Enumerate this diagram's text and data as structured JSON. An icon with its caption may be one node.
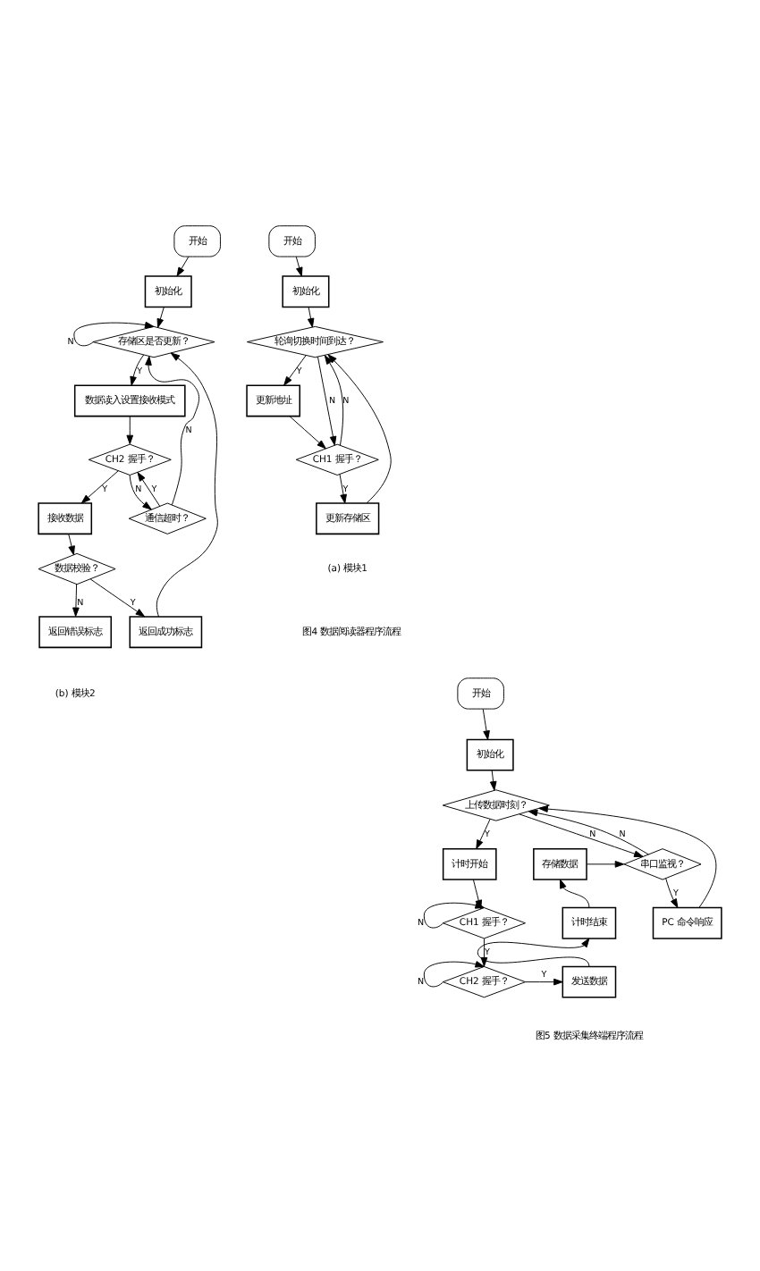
{
  "diagram": {
    "nodes": [
      {
        "text": [
          "开始"
        ]
      },
      {
        "text": [
          "初始化"
        ]
      },
      {
        "text": [
          "轮询切换时间到达？"
        ]
      },
      {
        "text": [
          "更新地址"
        ]
      },
      {
        "text": [
          "CH1 握手？"
        ]
      },
      {
        "text": [
          "更新存储区"
        ]
      },
      {
        "text": [
          "开始"
        ]
      },
      {
        "text": [
          "初始化"
        ]
      },
      {
        "text": [
          "存储区是否更新？"
        ]
      },
      {
        "text": [
          "数据读入设置接收模式"
        ]
      },
      {
        "text": [
          "CH2 握手？"
        ]
      },
      {
        "text": [
          "通信超时？"
        ]
      },
      {
        "text": [
          "接收数据"
        ]
      },
      {
        "text": [
          "数据校验？"
        ]
      },
      {
        "text": [
          "返回成功标志"
        ]
      },
      {
        "text": [
          "返回错误标志"
        ]
      },
      {
        "text": [
          "开始"
        ]
      },
      {
        "text": [
          "初始化"
        ]
      },
      {
        "text": [
          "上传数据时刻？"
        ]
      },
      {
        "text": [
          "计时开始"
        ]
      },
      {
        "text": [
          "CH1 握手？"
        ]
      },
      {
        "text": [
          "CH2 握手？"
        ]
      },
      {
        "text": [
          "发送数据"
        ]
      },
      {
        "text": [
          "计时结束"
        ]
      },
      {
        "text": [
          "存储数据"
        ]
      },
      {
        "text": [
          "串口监视？"
        ]
      },
      {
        "text": [
          "PC 命令响应"
        ]
      }
    ],
    "edges": [
      {
        "from": 0,
        "to": 1,
        "arrow": "to"
      },
      {
        "from": 1,
        "to": 2,
        "arrow": "to"
      },
      {
        "from": 2,
        "to": 3,
        "arrow": "to",
        "label": "Y"
      },
      {
        "from": 2,
        "to": 4,
        "arrow": "to",
        "label": "N"
      },
      {
        "from": 3,
        "to": 4,
        "arrow": "to"
      },
      {
        "from": 4,
        "to": 5,
        "arrow": "to",
        "label": "Y"
      },
      {
        "from": 4,
        "to": 2,
        "arrow": "to",
        "label": "N"
      },
      {
        "from": 5,
        "to": 2,
        "arrow": "to"
      },
      {
        "from": 6,
        "to": 7,
        "arrow": "to"
      },
      {
        "from": 7,
        "to": 8,
        "arrow": "to"
      },
      {
        "from": 8,
        "to": 9,
        "arrow": "to",
        "label": "Y"
      },
      {
        "from": 8,
        "to": 8,
        "arrow": "to",
        "label": "N"
      },
      {
        "from": 9,
        "to": 10,
        "arrow": "to"
      },
      {
        "from": 10,
        "to": 11,
        "arrow": "to",
        "label": "N"
      },
      {
        "from": 11,
        "to": 10,
        "arrow": "to",
        "label": "Y"
      },
      {
        "from": 10,
        "to": 12,
        "arrow": "to",
        "label": "Y"
      },
      {
        "from": 12,
        "to": 13,
        "arrow": "to"
      },
      {
        "from": 13,
        "to": 14,
        "arrow": "to",
        "label": "Y"
      },
      {
        "from": 13,
        "to": 15,
        "arrow": "to",
        "label": "N"
      },
      {
        "from": 14,
        "to": 8,
        "arrow": "to"
      },
      {
        "from": 11,
        "to": 8,
        "arrow": "to",
        "label": "N"
      },
      {
        "from": 16,
        "to": 17,
        "arrow": "to"
      },
      {
        "from": 17,
        "to": 18,
        "arrow": "to"
      },
      {
        "from": 18,
        "to": 19,
        "arrow": "to",
        "label": "Y"
      },
      {
        "from": 18,
        "to": 25,
        "arrow": "to",
        "label": "N"
      },
      {
        "from": 19,
        "to": 20,
        "arrow": "to"
      },
      {
        "from": 20,
        "to": 21,
        "arrow": "to",
        "label": "Y"
      },
      {
        "from": 20,
        "to": 20,
        "arrow": "to",
        "label": "N"
      },
      {
        "from": 21,
        "to": 21,
        "arrow": "to",
        "label": "N"
      },
      {
        "from": 21,
        "to": 22,
        "arrow": "to",
        "label": "Y"
      },
      {
        "from": 22,
        "to": 23,
        "arrow": "to"
      },
      {
        "from": 23,
        "to": 24,
        "arrow": "to"
      },
      {
        "from": 24,
        "to": 25,
        "arrow": "to"
      },
      {
        "from": 25,
        "to": 18,
        "arrow": "to",
        "label": "N"
      },
      {
        "from": 25,
        "to": 26,
        "arrow": "to",
        "label": "Y"
      },
      {
        "from": 26,
        "to": 18,
        "arrow": "to"
      }
    ],
    "labels": [
      "(a) 模块1",
      "(b) 模块2",
      "图4 数据阅读器程序流程",
      "图5 数据采集终端程序流程"
    ]
  }
}
